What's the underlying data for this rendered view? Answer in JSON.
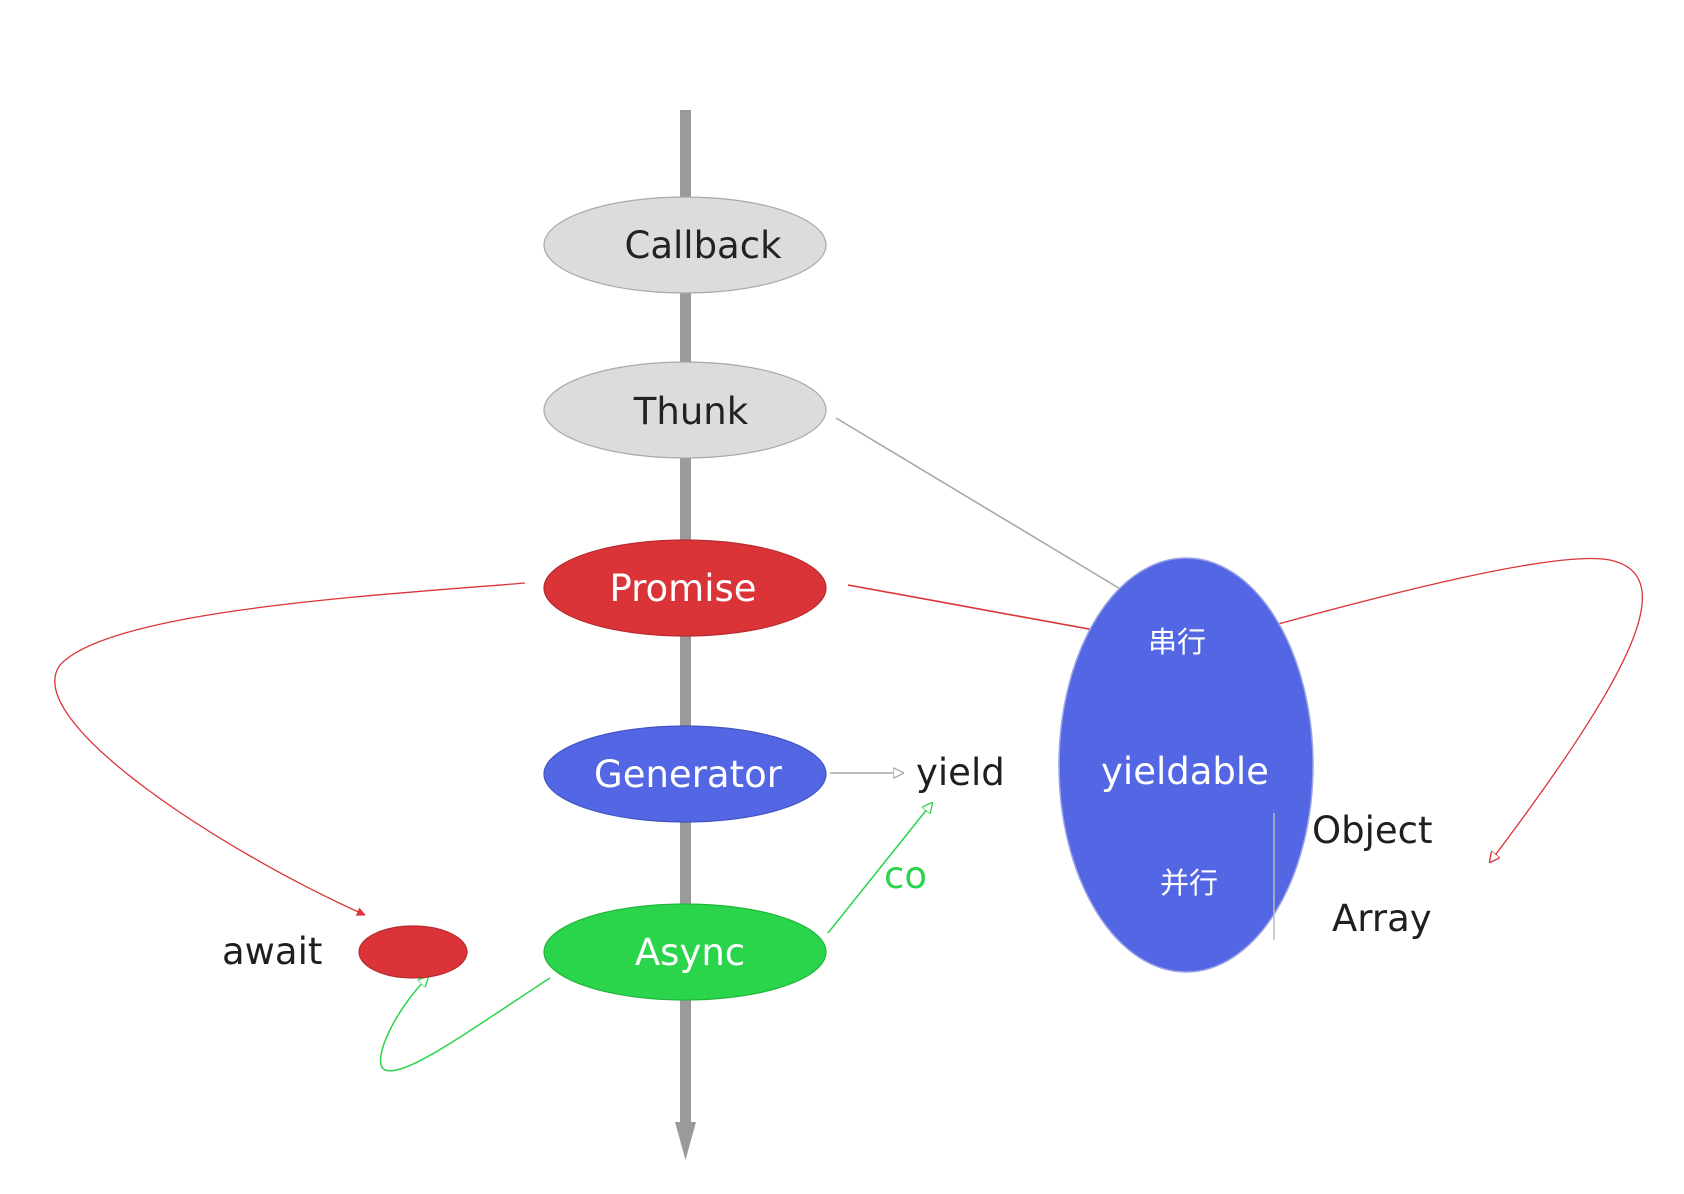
{
  "nodes": {
    "callback": {
      "label": "Callback",
      "fill": "#dcdcdc",
      "text_color": "#222222"
    },
    "thunk": {
      "label": "Thunk",
      "fill": "#dcdcdc",
      "text_color": "#222222"
    },
    "promise": {
      "label": "Promise",
      "fill": "#da3438",
      "text_color": "#ffffff"
    },
    "generator": {
      "label": "Generator",
      "fill": "#5366e3",
      "text_color": "#ffffff"
    },
    "async": {
      "label": "Async",
      "fill": "#2ad44b",
      "text_color": "#ffffff"
    },
    "await_dot": {
      "fill": "#da3438"
    },
    "yieldable": {
      "label": "yieldable",
      "fill": "#5366e3",
      "text_color": "#ffffff"
    }
  },
  "labels": {
    "await": "await",
    "yield": "yield",
    "co": "co",
    "serial": "串行",
    "parallel": "并行",
    "object": "Object",
    "array": "Array"
  },
  "colors": {
    "timeline": "#9a9a9a",
    "promise_edge": "#da3438",
    "async_edge": "#2ad44b",
    "gray_edge": "#a8a8a8",
    "co_text": "#2ad44b"
  }
}
